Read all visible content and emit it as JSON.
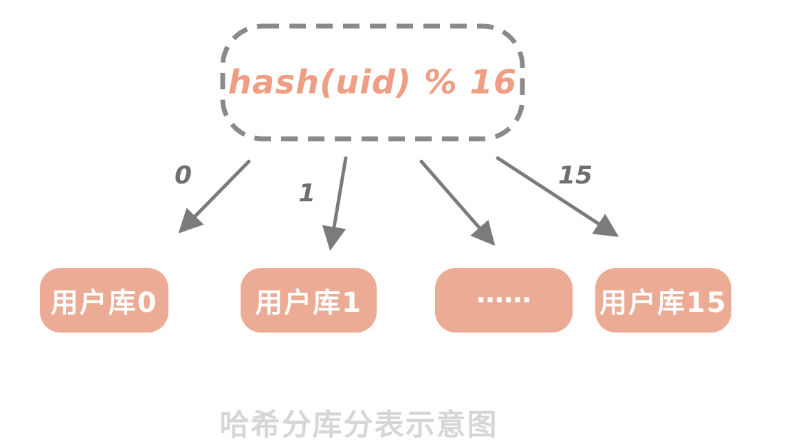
{
  "diagram": {
    "title_caption": "哈希分库分表示意图",
    "hash_node": {
      "label": "hash(uid) % 16"
    },
    "arrows": [
      {
        "label": "0"
      },
      {
        "label": "1"
      },
      {
        "label": ""
      },
      {
        "label": "15"
      }
    ],
    "shards": [
      {
        "label": "用户库0"
      },
      {
        "label": "用户库1"
      },
      {
        "label": "……"
      },
      {
        "label": "用户库15"
      }
    ],
    "colors": {
      "shard_fill": "#ecab94",
      "hash_text": "#f09e83",
      "arrow_gray": "#7b7b7b",
      "dash_border_gray": "#8a8a8a",
      "caption_gray": "#d6d6d6",
      "shard_text": "#ffffff"
    }
  }
}
